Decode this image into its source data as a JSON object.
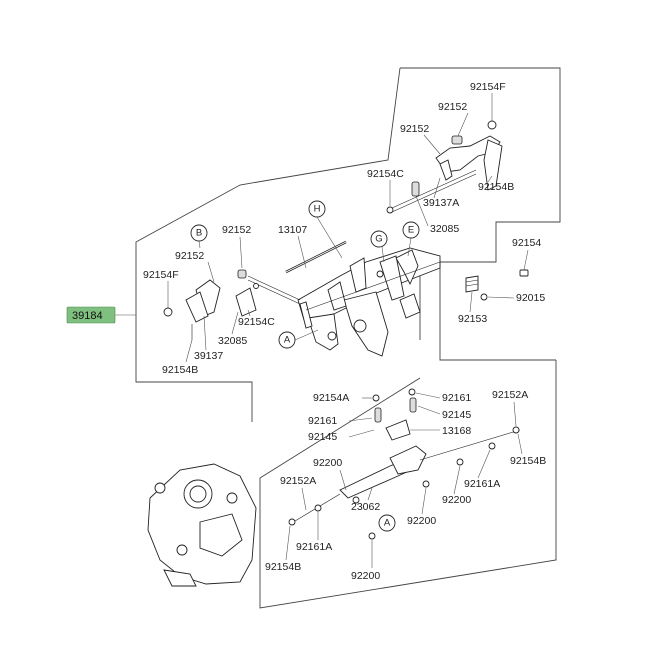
{
  "diagram": {
    "main_part": "39184",
    "labels": [
      "92154F",
      "92152",
      "92152",
      "92154C",
      "92154B",
      "39137A",
      "32085",
      "13107",
      "92152",
      "92152",
      "92154F",
      "92154C",
      "32085",
      "39137",
      "92154B",
      "92154",
      "92015",
      "92153",
      "92154A",
      "92161",
      "92161",
      "92145",
      "92145",
      "13168",
      "92152A",
      "92200",
      "92154B",
      "92152A",
      "92161A",
      "23062",
      "92200",
      "92200",
      "92161A",
      "92154B",
      "92200"
    ],
    "refs": [
      "H",
      "G",
      "E",
      "B",
      "A",
      "A"
    ]
  }
}
